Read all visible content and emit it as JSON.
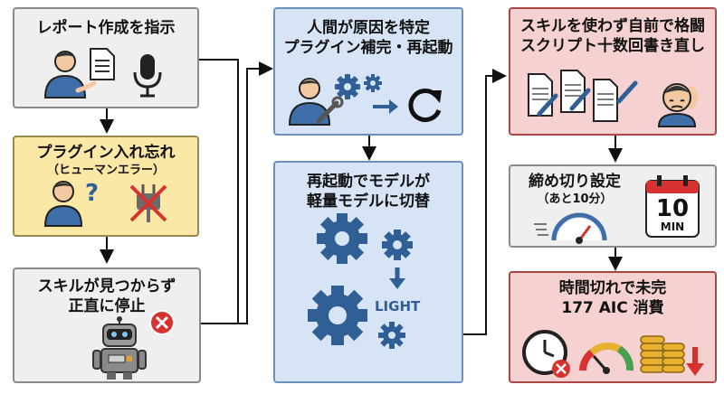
{
  "col1": {
    "box1": {
      "title": "レポート作成を指示"
    },
    "box2": {
      "title": "プラグイン入れ忘れ",
      "subtitle": "（ヒューマンエラー）"
    },
    "box3": {
      "title_line1": "スキルが見つからず",
      "title_line2": "正直に停止"
    }
  },
  "col2": {
    "box1": {
      "title_line1": "人間が原因を特定",
      "title_line2": "プラグイン補完・再起動"
    },
    "box2": {
      "title_line1": "再起動でモデルが",
      "title_line2": "軽量モデルに切替",
      "light_label": "LIGHT"
    }
  },
  "col3": {
    "box1": {
      "title_line1": "スキルを使わず自前で格闘",
      "title_line2": "スクリプト十数回書き直し"
    },
    "box2": {
      "title": "締め切り設定",
      "subtitle": "（あと10分）",
      "calendar_number": "10",
      "calendar_unit": "MIN"
    },
    "box3": {
      "title_line1": "時間切れで未完",
      "title_line2": "177 AIC 消費"
    }
  },
  "colors": {
    "gray": "#efefef",
    "yellow": "#fbe8a6",
    "blue": "#d6e4f5",
    "red": "#f6d1d1",
    "person": "#3f6fa8",
    "gear": "#2f5f95",
    "error": "#d7322f"
  }
}
